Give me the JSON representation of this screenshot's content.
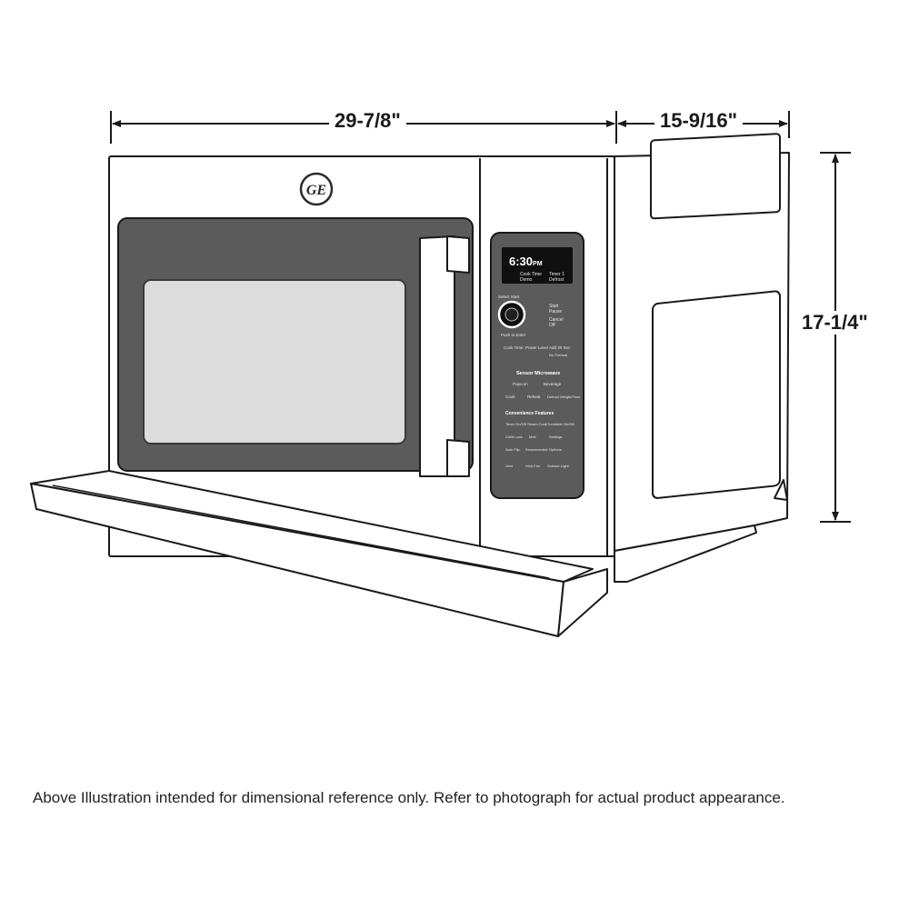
{
  "dimensions": {
    "width": "29-7/8\"",
    "depth": "15-9/16\"",
    "height": "17-1/4\""
  },
  "logo": "GE",
  "control_panel": {
    "clock": "6:30",
    "clock_suffix": "PM",
    "display_left_1": "Cook Time",
    "display_left_2": "Demo",
    "display_right_1": "Timer 1",
    "display_right_2": "Defrost",
    "dial_top_label": "Select Start",
    "dial_bottom_label": "Push to Enter",
    "start_pause_1": "Start",
    "start_pause_2": "Pause",
    "cancel_1": "Cancel",
    "cancel_2": "Off",
    "row1": [
      "Cook Time",
      "Power Level",
      "Add 30 Sec"
    ],
    "row1_sub": [
      "",
      "",
      "No Preheat"
    ],
    "sensor_header": "Sensor Microwave",
    "sensor_row1": [
      "Popcorn",
      "Beverage"
    ],
    "sensor_row2": [
      "Cook",
      "Reheat",
      "Defrost Weight/Time"
    ],
    "convenience_header": "Convenience Features",
    "conv_row1": [
      "Timer On/Off",
      "Steam Cook",
      "Turntable On/Off"
    ],
    "conv_row2": [
      "Child Lock",
      "Melt",
      "Settings"
    ],
    "conv_row3": [
      "Auto Flip",
      "Recommended",
      "Options"
    ],
    "conv_row4": [
      "Vent",
      "Vent Fan",
      "Surface Light"
    ]
  },
  "footer": {
    "disclaimer": "Above Illustration intended for dimensional reference only. Refer to photograph for actual product appearance."
  }
}
